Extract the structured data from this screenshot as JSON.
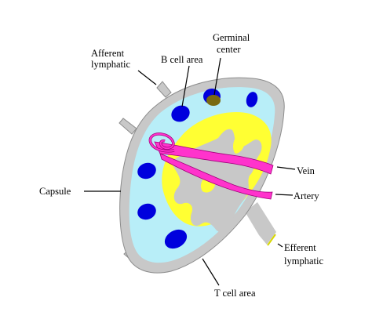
{
  "labels": {
    "afferent_line1": "Afferent",
    "afferent_line2": "lymphatic",
    "b_cell_area": "B cell area",
    "germinal_line1": "Germinal",
    "germinal_line2": "center",
    "capsule": "Capsule",
    "vein": "Vein",
    "artery": "Artery",
    "efferent_line1": "Efferent",
    "efferent_line2": "lymphatic",
    "t_cell_area": "T cell area"
  },
  "colors": {
    "capsule": "#c8c8c8",
    "capsule_edge": "#8c8c8c",
    "cortex": "#b8eef8",
    "paracortex": "#ffff33",
    "medulla": "#c8c8c8",
    "follicle": "#0000dd",
    "germinal_center": "#7a6a10",
    "blood_vessel": "#ff33cc",
    "vessel_edge": "#a0007a"
  }
}
